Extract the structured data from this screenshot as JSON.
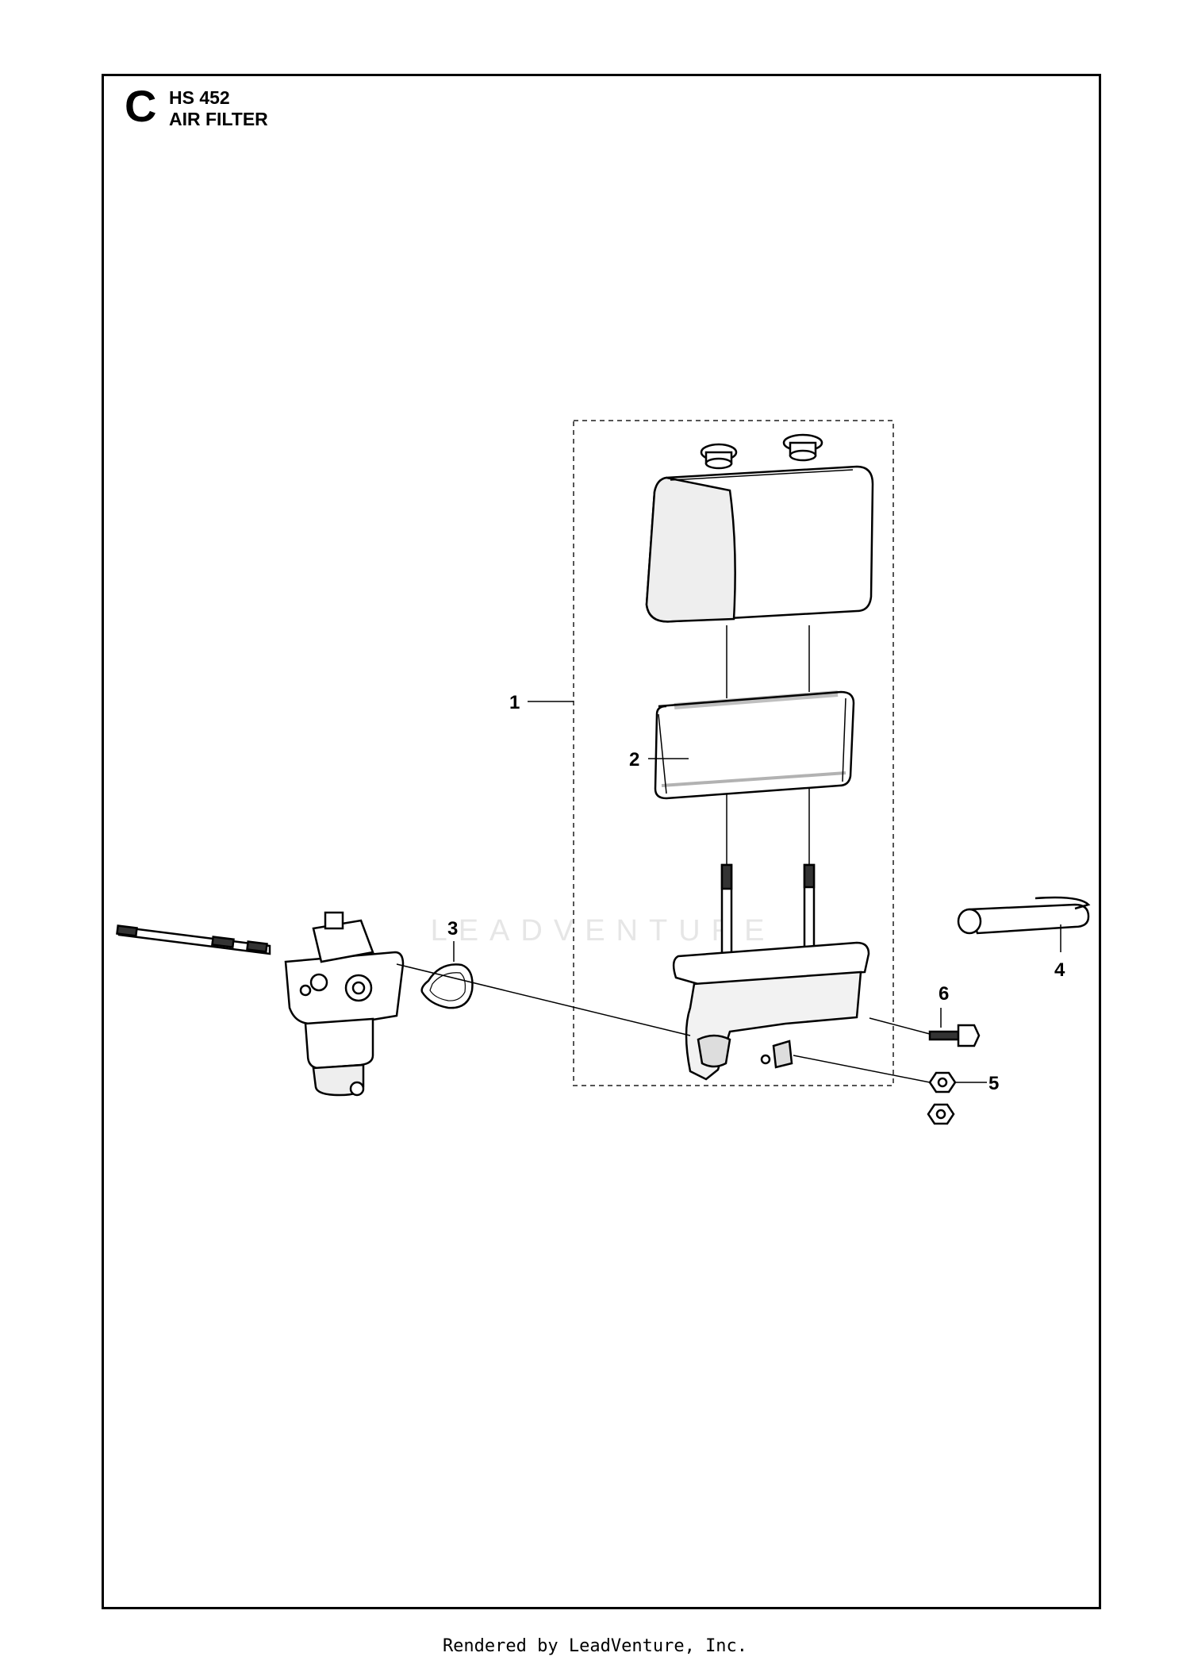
{
  "header": {
    "section_letter": "C",
    "model": "HS 452",
    "title": "AIR FILTER"
  },
  "callouts": [
    {
      "number": "1",
      "part": "air-filter-assembly"
    },
    {
      "number": "2",
      "part": "filter-element"
    },
    {
      "number": "3",
      "part": "gasket"
    },
    {
      "number": "4",
      "part": "breather-tube"
    },
    {
      "number": "5",
      "part": "nut"
    },
    {
      "number": "6",
      "part": "bolt"
    }
  ],
  "watermark": "LEADVENTURE",
  "footer": "Rendered by LeadVenture, Inc."
}
